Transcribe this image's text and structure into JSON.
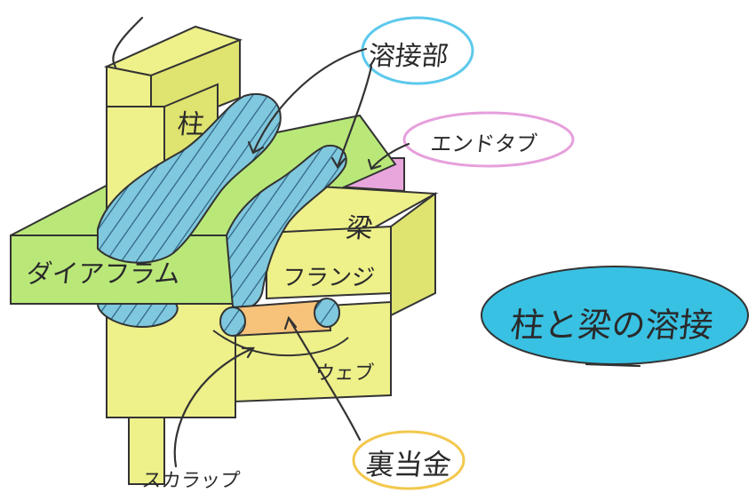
{
  "labels": {
    "column": "柱",
    "beam": "梁",
    "diaphragm": "ダイアフラム",
    "flange": "フランジ",
    "web": "ウェブ",
    "weld_part": "溶接部",
    "end_tab": "エンドタブ",
    "backing_metal": "裏当金",
    "scallop": "スカラップ",
    "title": "柱と梁の溶接"
  },
  "colors": {
    "yellow": "#eef08a",
    "yellow_dark": "#d9dc5c",
    "green": "#b9e879",
    "green_dark": "#94cf57",
    "weld_blue": "#7fc8dd",
    "pink": "#e9a6dc",
    "orange": "#f7c27a",
    "title_blue": "#38c1e3",
    "outline": "#333333",
    "circle_blue": "#5cc9ec",
    "circle_pink": "#e6a0dc",
    "circle_yellow": "#f3c84e"
  }
}
